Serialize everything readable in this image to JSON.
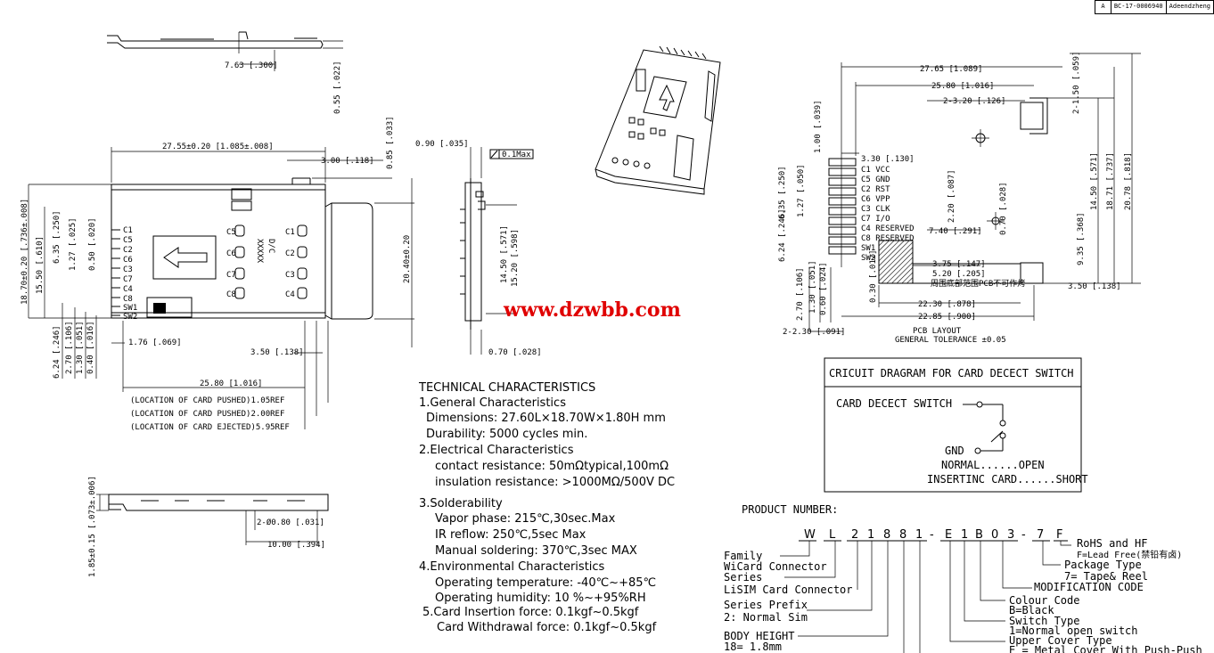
{
  "title_block": {
    "rev": "A",
    "doc": "BC-17-0006940",
    "drawn": "Adeendzheng"
  },
  "watermark": "www.dzwbb.com",
  "top_dims": {
    "d_763": "7.63 [.300]",
    "d_055": "0.55 [.022]"
  },
  "main_dims": {
    "width": "27.55±0.20 [1.085±.008]",
    "d_300": "3.00 [.118]",
    "d_085": "0.85 [.033]",
    "height": "18.70±0.20 [.736±.008]",
    "d_1550": "15.50 [.610]",
    "d_635": "6.35 [.250]",
    "d_127": "1.27 [.025]",
    "d_050": "0.50 [.020]",
    "d_2040": "20.40±0.20",
    "d_624": "6.24 [.246]",
    "d_270": "2.70 [.106]",
    "d_130": "1.30 [.051]",
    "d_040": "0.40 [.016]",
    "d_176": "1.76 [.069]",
    "d_350": "3.50 [.138]",
    "d_2580": "25.80 [1.016]",
    "loc1": "(LOCATION OF CARD PUSHED)1.05REF",
    "loc2": "(LOCATION OF CARD PUSHED)2.00REF",
    "loc3": "(LOCATION OF CARD EJECTED)5.95REF"
  },
  "pin_labels": [
    "C1",
    "C5",
    "C2",
    "C6",
    "C3",
    "C7",
    "C4",
    "C8",
    "SW1",
    "SW2"
  ],
  "pad_labels_left": [
    "C5",
    "C6",
    "C7",
    "C8"
  ],
  "pad_labels_right": [
    "C1",
    "C2",
    "C3",
    "C4"
  ],
  "chip_text": [
    "XXXXX",
    "D/C"
  ],
  "side_dims": {
    "d_090": "0.90 [.035]",
    "flat": "0.1Max",
    "d_1450": "14.50 [.571]",
    "d_1520": "15.20 [.598]",
    "d_070": "0.70 [.028]"
  },
  "bottom_dims": {
    "d_080": "2-Ø0.80 [.031]",
    "d_1000": "10.00 [.394]",
    "d_185": "1.85±0.15 [.073±.006]"
  },
  "tech": {
    "title": "TECHNICAL CHARACTERISTICS",
    "lines": [
      "1.General Characteristics",
      "Dimensions: 27.60L×18.70W×1.80H  mm",
      "Durability: 5000 cycles min.",
      "2.Electrical Characteristics",
      "contact resistance: 50mΩtypical,100mΩ",
      "insulation resistance: >1000MΩ/500V DC",
      "3.Solderability",
      "Vapor phase: 215℃,30sec.Max",
      "IR reflow: 250℃,5sec Max",
      "Manual soldering: 370℃,3sec MAX",
      "4.Environmental Characteristics",
      "Operating temperature: -40℃~+85℃",
      "Operating humidity: 10 %~+95%RH",
      "5.Card Insertion force: 0.1kgf~0.5kgf",
      "Card Withdrawal force: 0.1kgf~0.5kgf"
    ]
  },
  "pcb": {
    "d_2765": "27.65 [1.089]",
    "d_2580": "25.80 [1.016]",
    "d_320": "2-3.20 [.126]",
    "d_150": "2-1.50 [.059]",
    "d_100": "1.00 [.039]",
    "d_330": "3.30 [.130]",
    "d_635": "6.35 [.250]",
    "d_127": "1.27 [.050]",
    "d_220": "2.20 [.087]",
    "d_740": "7.40 [.291]",
    "d_070": "0.70 [.028]",
    "d_624": "6.24 [.246]",
    "d_1450": "14.50 [.571]",
    "d_1871": "18.71 [.737]",
    "d_2078": "20.78 [.818]",
    "d_935": "9.35 [.368]",
    "d_375": "3.75 [.147]",
    "d_520": "5.20 [.205]",
    "d_350": "3.50 [.138]",
    "d_270": "2.70 [.106]",
    "d_130": "1.30 [.051]",
    "d_060": "0.60 [.024]",
    "d_030": "0.30 [.012]",
    "d_2230": "22.30 [.878]",
    "d_2285": "22.85 [.900]",
    "d_230": "2-2.30 [.091]",
    "note": "周围底部范围PCB不可作烤",
    "caption1": "PCB LAYOUT",
    "caption2": "GENERAL TOLERANCE ±0.05",
    "signals": [
      "C1  VCC",
      "C5  GND",
      "C2  RST",
      "C6  VPP",
      "C3  CLK",
      "C7  I/O",
      "C4  RESERVED",
      "C8  RESERVED",
      "SW1",
      "SW2"
    ]
  },
  "circuit": {
    "title": "CRICUIT DRAGRAM FOR CARD DECECT SWITCH",
    "switch_label": "CARD DECECT SWITCH",
    "gnd": "GND",
    "normal": "NORMAL......OPEN",
    "inserting": "INSERTINC CARD......SHORT"
  },
  "product": {
    "title": "PRODUCT NUMBER:",
    "code_chars": [
      "W",
      "L",
      "2",
      "1",
      "8",
      "8",
      "1",
      "-",
      "E",
      "1",
      "B",
      "0",
      "3",
      "-",
      "7",
      "F"
    ],
    "left_labels": [
      "Family",
      "WiCard Connector",
      "Series",
      "LiSIM Card Connector",
      "Series Prefix",
      "2: Normal  Sim",
      "BODY HEIGHT",
      "18= 1.8mm"
    ],
    "right_labels": [
      "RoHS and HF",
      "F=Lead Free(禁铅有卤)",
      "Package Type",
      "7= Tape& Reel",
      "MODIFICATION CODE",
      "Colour Code",
      "B=Black",
      "Switch Type",
      "1=Normal open switch",
      "Upper Cover Type",
      "E = Metal Cover With Push-Push"
    ]
  }
}
